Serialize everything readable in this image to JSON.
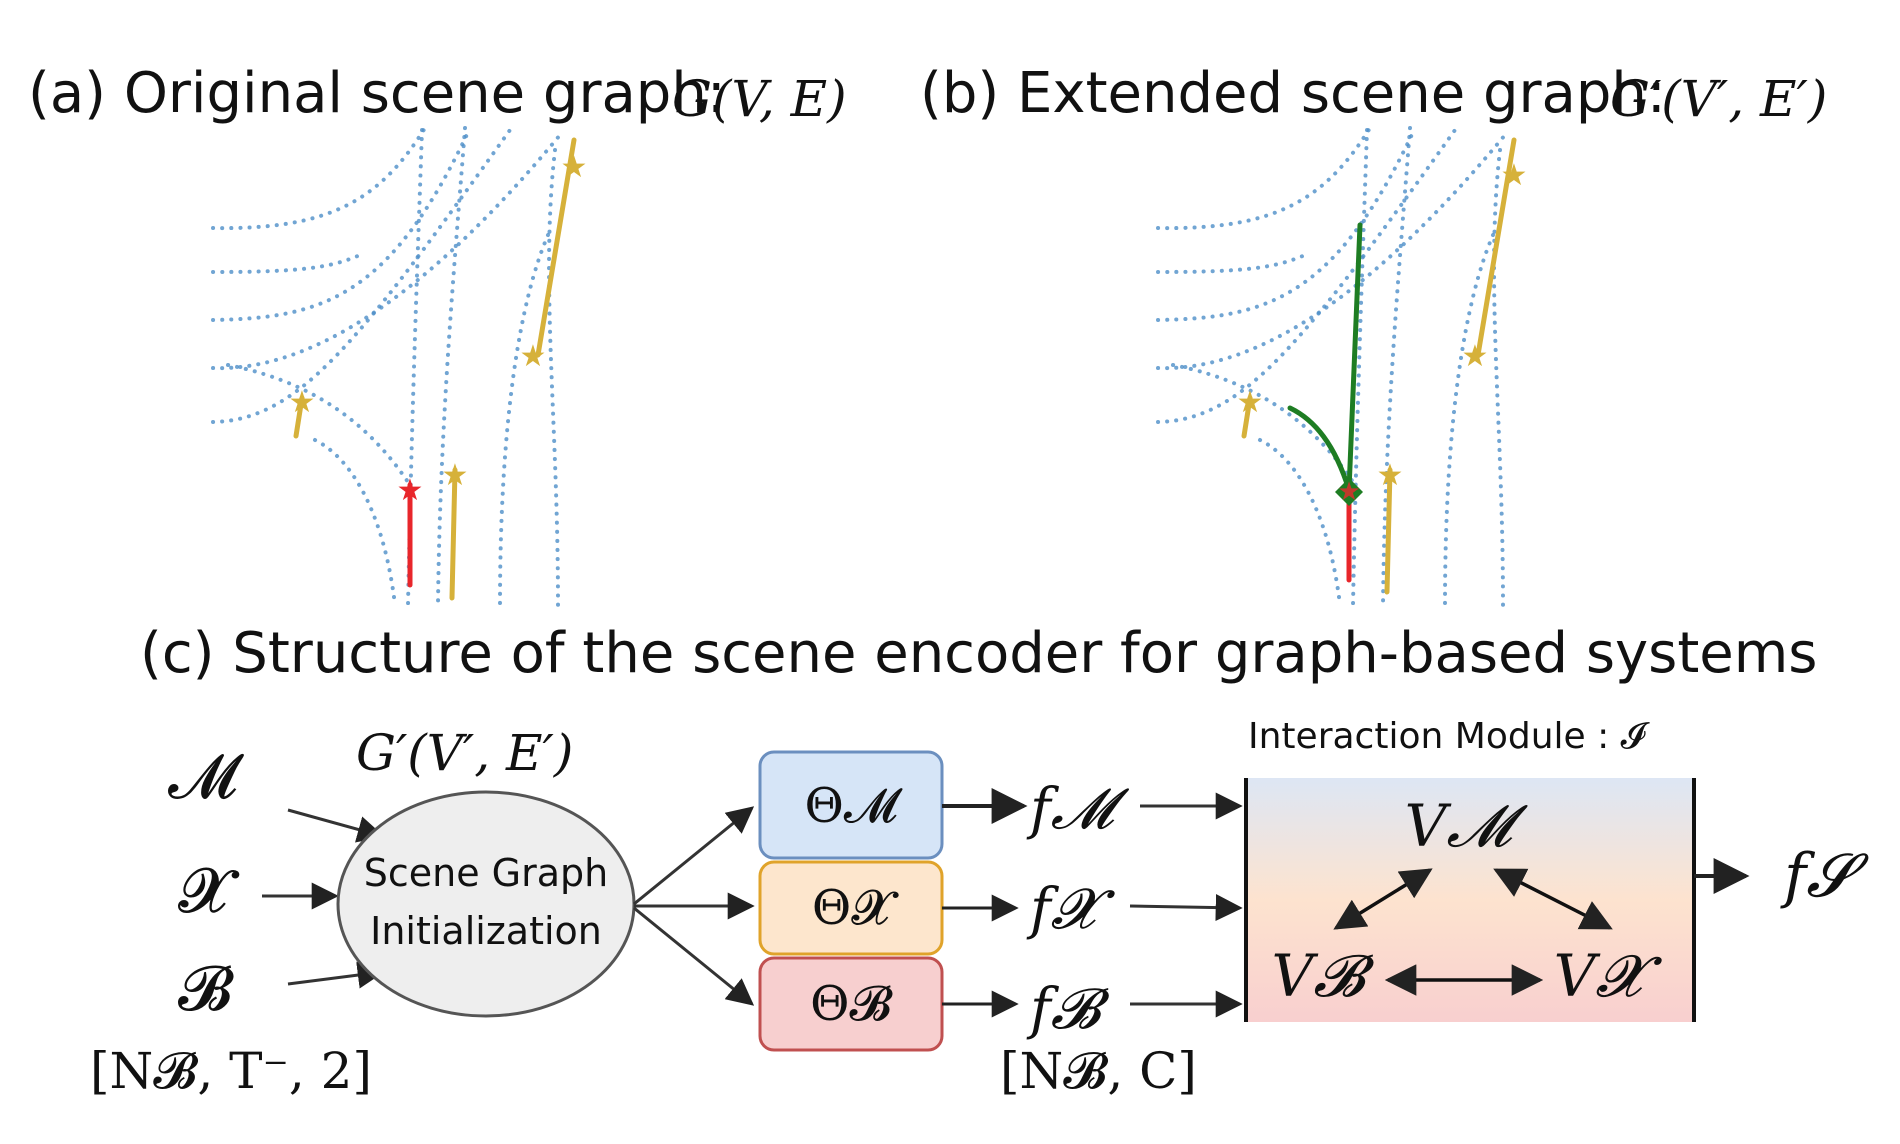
{
  "panel_a": {
    "title": "(a) Original scene graph:",
    "math": "G(V, E)"
  },
  "panel_b": {
    "title": "(b) Extended scene graph:",
    "math": "G′(V′, E′)"
  },
  "panel_c": {
    "title": "(c) Structure of the scene encoder for graph-based systems"
  },
  "inputs": {
    "map": "𝓜",
    "agents": "𝓧",
    "behavior": "𝓑",
    "behavior_shape": "[N𝓑, T⁻, 2]"
  },
  "graph_init": {
    "graph_label": "G′(V′, E′)",
    "line1": "Scene Graph",
    "line2": "Initialization"
  },
  "encoders": [
    {
      "label": "Θ𝓜",
      "color": "#d6e5f7",
      "border": "#6b8fbf"
    },
    {
      "label": "Θ𝓧",
      "color": "#fde6cd",
      "border": "#e0a32a"
    },
    {
      "label": "Θ𝓑",
      "color": "#f7cfcf",
      "border": "#c05050"
    }
  ],
  "features": {
    "f_map": "f𝓜",
    "f_agents": "f𝓧",
    "f_behavior": "f𝓑",
    "f_shape": "[N𝓑, C]",
    "f_scene": "f𝓢"
  },
  "interaction": {
    "title": "Interaction Module : 𝓘",
    "v_map": "V𝓜",
    "v_behavior": "V𝓑",
    "v_agents": "V𝓧"
  },
  "colors": {
    "lane": "#4d8fc8",
    "agent": "#d6b13a",
    "ego": "#e8262b",
    "extended": "#1e7d23"
  }
}
